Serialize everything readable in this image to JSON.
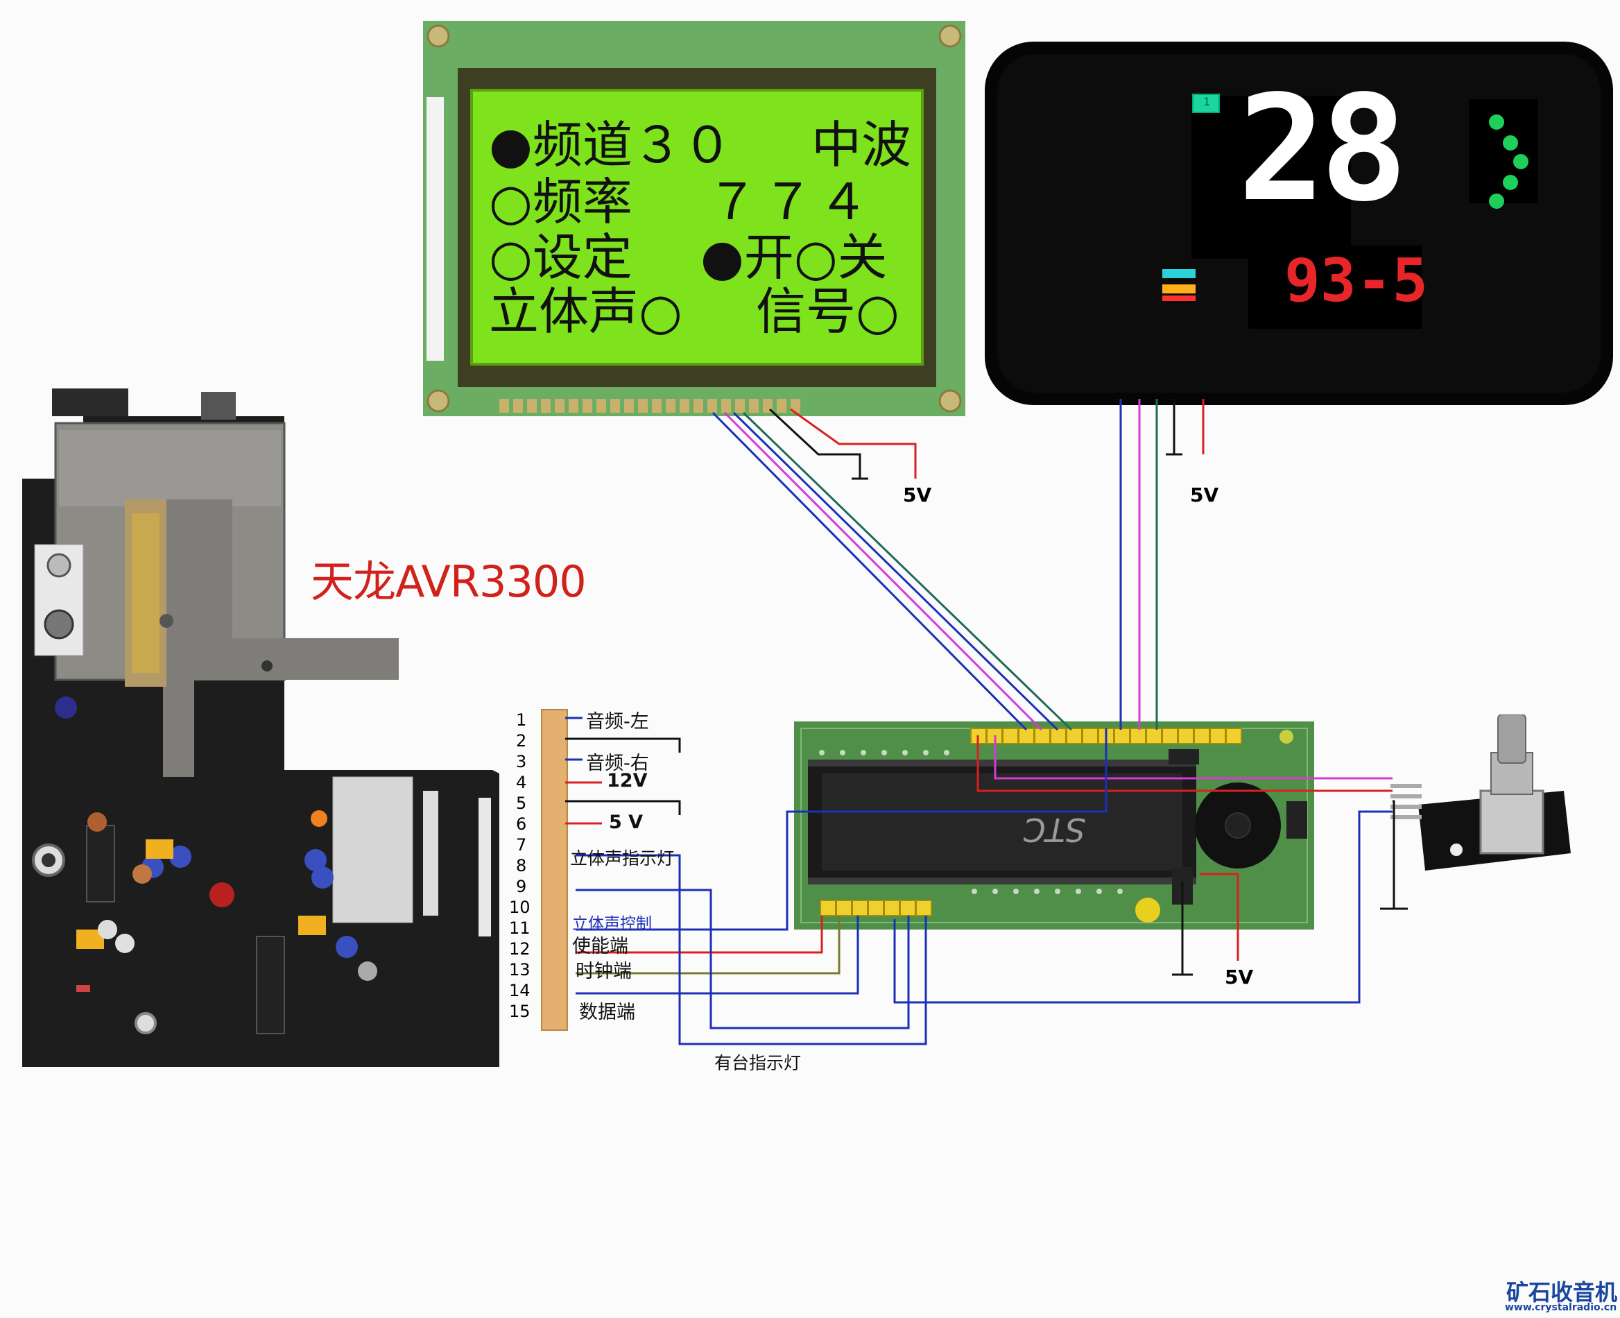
{
  "title": "天龙AVR3300",
  "lcd": {
    "lines": [
      [
        "●频道３０",
        "中波"
      ],
      [
        "○频率",
        "７７４"
      ],
      [
        "○设定",
        "●开○关"
      ],
      [
        "立体声○",
        "信号○"
      ]
    ]
  },
  "led_display": {
    "big_digits": "28",
    "small_digits": "93-5",
    "green_indicator": "1"
  },
  "power_labels": {
    "lcd_supply": "5V",
    "led_supply": "5V",
    "board_supply": "5V"
  },
  "connector": {
    "pin_numbers": [
      "1",
      "2",
      "3",
      "4",
      "5",
      "6",
      "7",
      "8",
      "9",
      "10",
      "11",
      "12",
      "13",
      "14",
      "15"
    ],
    "labels": {
      "p1": "音频-左",
      "p3": "音频-右",
      "p4": "12V",
      "p6": "5 V",
      "p7": "立体声指示灯",
      "p11": "立体声控制",
      "p12": "使能端",
      "p13": "时钟端",
      "p14_15": "数据端",
      "bottom": "有台指示灯"
    }
  },
  "watermark": {
    "name": "矿石收音机",
    "url": "www.crystalradio.cn"
  },
  "colors": {
    "title_red": "#d0211b",
    "wire_blue": "#1c2fb8",
    "wire_magenta": "#d43ad4",
    "wire_teal": "#1c6b5a",
    "wire_red": "#d82020",
    "wire_olive": "#7a7a30",
    "lcd_green": "#7ee21c",
    "pcb_green": "#4f8f48",
    "segment_red": "#e8262a",
    "segment_green": "#1ed05a"
  }
}
